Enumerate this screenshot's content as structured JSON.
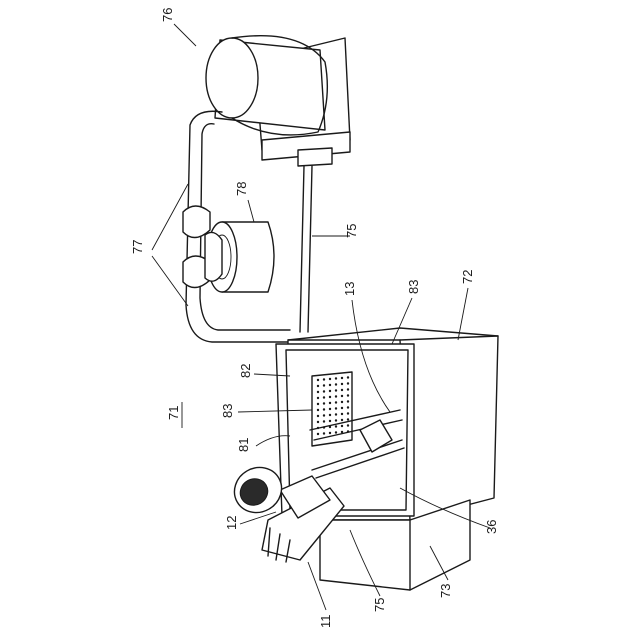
{
  "figure_number": "71",
  "labels": {
    "l76": "76",
    "l77": "77",
    "l78": "78",
    "l75a": "75",
    "l72": "72",
    "l83a": "83",
    "l13": "13",
    "l82": "82",
    "l83b": "83",
    "l81": "81",
    "l12": "12",
    "l36": "36",
    "l75b": "75",
    "l73": "73",
    "l11": "11"
  }
}
